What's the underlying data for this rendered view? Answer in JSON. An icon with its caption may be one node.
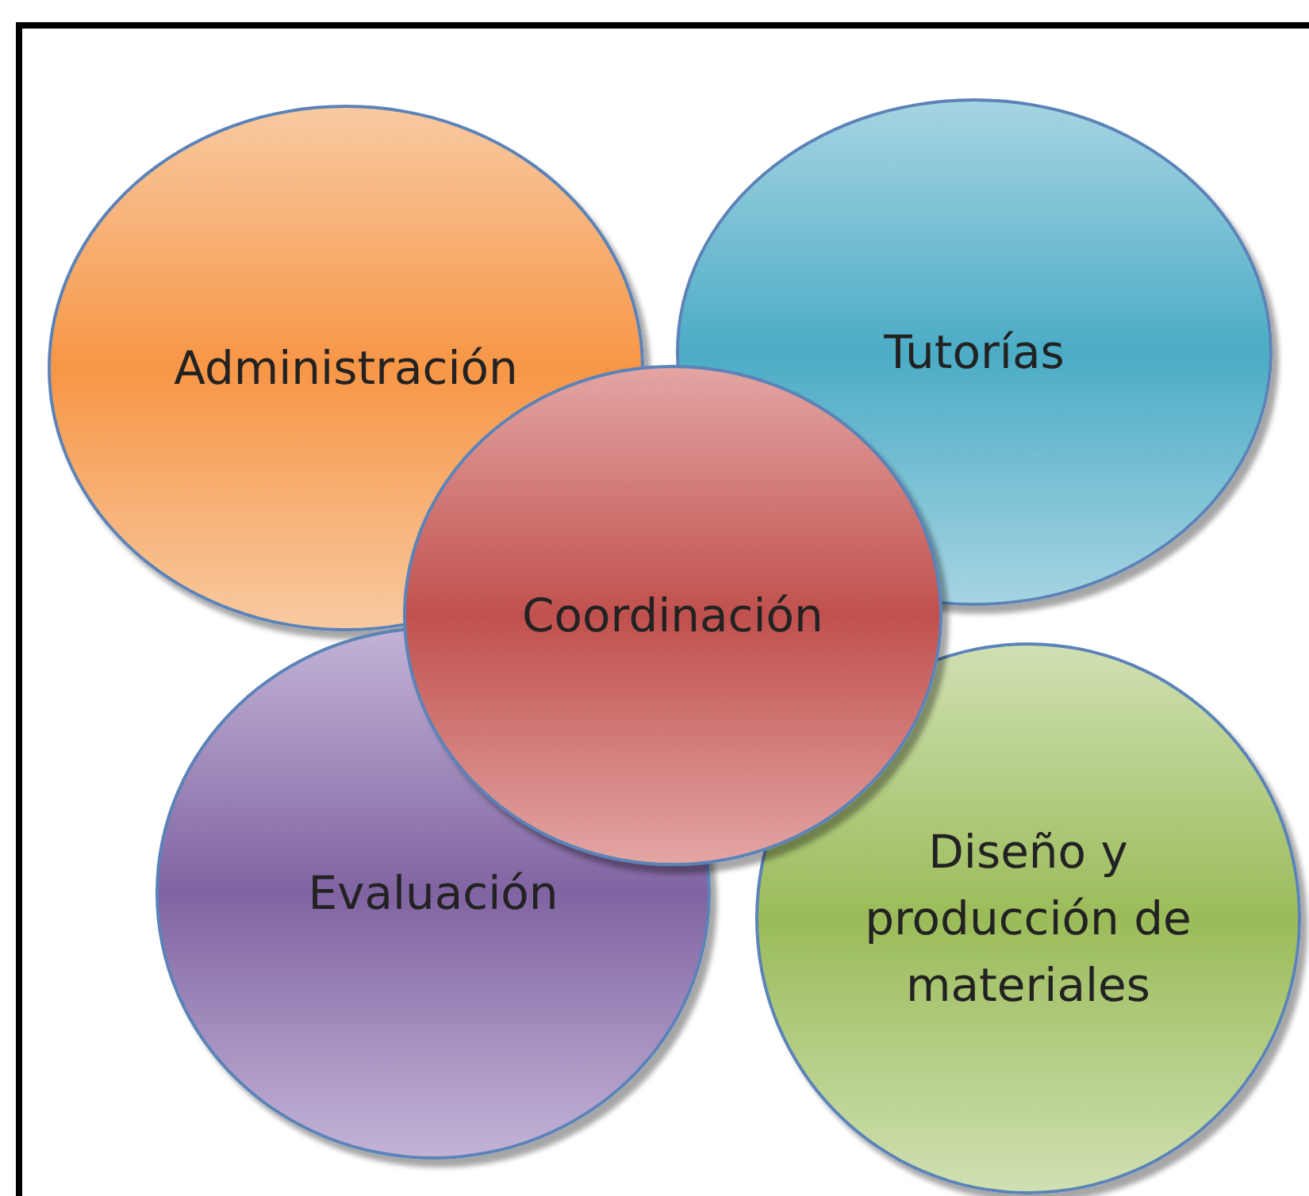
{
  "diagram": {
    "nodes": [
      {
        "text": [
          "Administración"
        ]
      },
      {
        "text": [
          "Tutorías"
        ]
      },
      {
        "text": [
          "Coordinación"
        ]
      },
      {
        "text": [
          "Evaluación"
        ]
      },
      {
        "text": [
          "Diseño y producción de materiales"
        ]
      }
    ],
    "edges": []
  }
}
